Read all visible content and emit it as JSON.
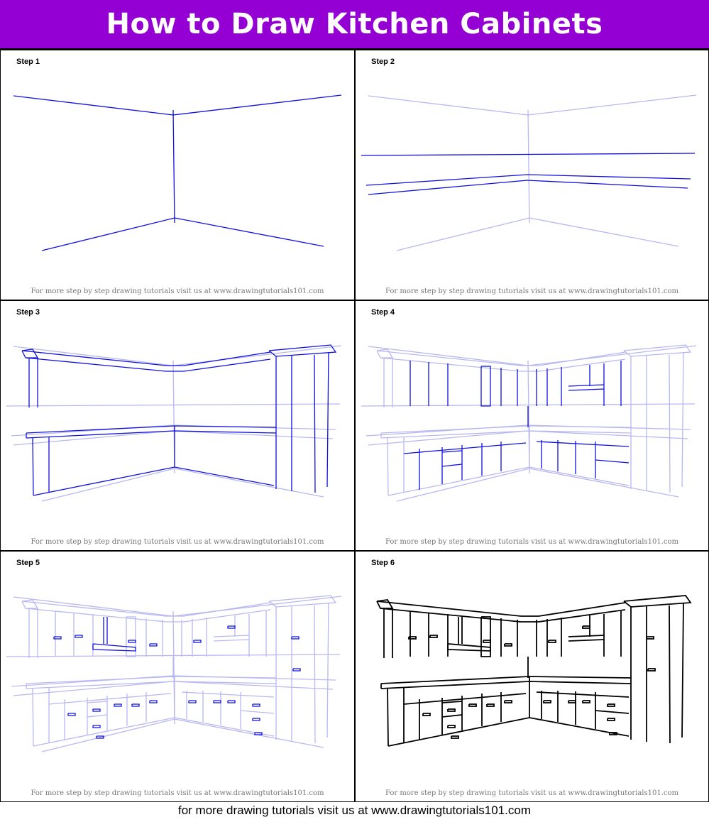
{
  "title": "How to Draw Kitchen Cabinets",
  "steps": [
    {
      "label": "Step 1"
    },
    {
      "label": "Step 2"
    },
    {
      "label": "Step 3"
    },
    {
      "label": "Step 4"
    },
    {
      "label": "Step 5"
    },
    {
      "label": "Step 6"
    }
  ],
  "watermark": "For more step by step drawing tutorials visit us at www.drawingtutorials101.com",
  "footer": "for more drawing tutorials visit us at www.drawingtutorials101.com",
  "colors": {
    "header": "#9400d3",
    "new_lines": "#1010e0",
    "old_lines": "#b8b8f0",
    "final": "#000000"
  }
}
